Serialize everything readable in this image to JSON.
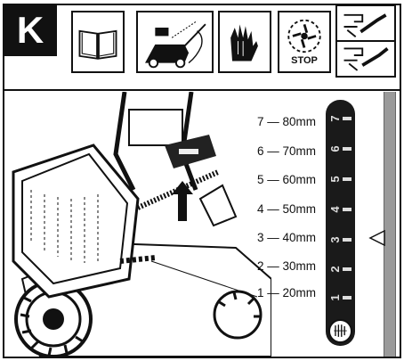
{
  "header": {
    "section_letter": "K",
    "stop_label": "STOP",
    "icons": [
      "manual-book-icon",
      "mower-cutting-icon",
      "gloves-icon",
      "blade-stop-icon",
      "unplug-safety-key-icon"
    ]
  },
  "height_scale": {
    "labels": [
      "7 — 80mm",
      "6 — 70mm",
      "5 — 60mm",
      "4 — 50mm",
      "3 — 40mm",
      "2 — 30mm",
      "1 — 20mm"
    ],
    "gauge_numbers": [
      "7",
      "6",
      "5",
      "4",
      "3",
      "2",
      "1"
    ],
    "selected_level": 3
  },
  "colors": {
    "ink": "#111111",
    "rail": "#9a9a9a",
    "gauge": "#1a1a1a"
  }
}
